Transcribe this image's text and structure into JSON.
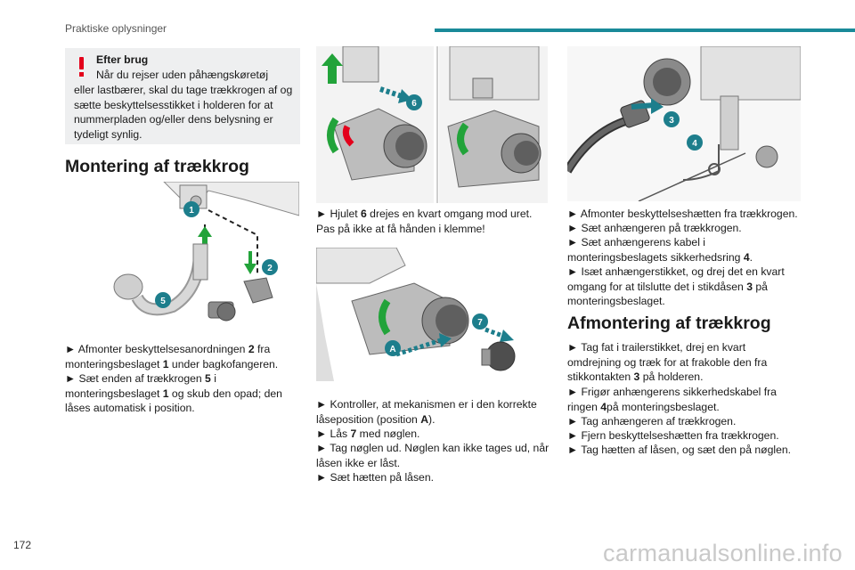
{
  "header": {
    "section": "Praktiske oplysninger"
  },
  "page_number": "172",
  "watermark": "carmanualsonline.info",
  "warning": {
    "title": "Efter brug",
    "line1": "Når du rejser uden påhængskøretøj",
    "body": "eller lastbærer, skal du tage trækkrogen af og sætte beskyttelsesstikket i holderen for at nummerpladen og/eller dens belysning er tydeligt synlig."
  },
  "col1": {
    "heading": "Montering af trækkrog",
    "p1_a": "► Afmonter beskyttelsesanordningen ",
    "p1_b": "2",
    "p1_c": " fra monteringsbeslaget ",
    "p1_d": "1",
    "p1_e": " under bagkofangeren.",
    "p2_a": "► Sæt enden af trækkrogen ",
    "p2_b": "5",
    "p2_c": " i monteringsbeslaget ",
    "p2_d": "1",
    "p2_e": " og skub den opad; den låses automatisk i position.",
    "badges": [
      "1",
      "2",
      "5"
    ]
  },
  "col2": {
    "p1_a": "► Hjulet ",
    "p1_b": "6",
    "p1_c": " drejes en kvart omgang mod uret. Pas på ikke at få hånden i klemme!",
    "p2_a": "► Kontroller, at mekanismen er i den korrekte låseposition (position ",
    "p2_b": "A",
    "p2_c": ").",
    "p3_a": "► Lås ",
    "p3_b": "7",
    "p3_c": " med nøglen.",
    "p4": "► Tag nøglen ud. Nøglen kan ikke tages ud, når låsen ikke er låst.",
    "p5": "► Sæt hætten på låsen.",
    "badges": [
      "6",
      "7",
      "A"
    ]
  },
  "col3": {
    "p1": "► Afmonter beskyttelseshætten fra trækkrogen.",
    "p2": "► Sæt anhængeren på trækkrogen.",
    "p3_a": "► Sæt anhængerens kabel i monteringsbeslagets sikkerhedsring ",
    "p3_b": "4",
    "p3_c": ".",
    "p4_a": "► Isæt anhængerstikket, og drej det en kvart omgang for at tilslutte det i stikdåsen ",
    "p4_b": "3",
    "p4_c": " på monteringsbeslaget.",
    "heading": "Afmontering af trækkrog",
    "q1_a": "► Tag fat i trailerstikket, drej en kvart omdrejning og træk for at frakoble den fra stikkontakten ",
    "q1_b": "3",
    "q1_c": " på holderen.",
    "q2_a": "► Frigør anhængerens sikkerhedskabel fra ringen ",
    "q2_b": "4",
    "q2_c": "på monteringsbeslaget.",
    "q3": "► Tag anhængeren af trækkrogen.",
    "q4": "► Fjern beskyttelseshætten fra trækkrogen.",
    "q5": "► Tag hætten af låsen, og sæt den på nøglen.",
    "badges": [
      "3",
      "4"
    ]
  },
  "colors": {
    "accent": "#1a8a99",
    "warning": "#e3001b",
    "green": "#22a33a",
    "badge": "#1d7e8c"
  }
}
